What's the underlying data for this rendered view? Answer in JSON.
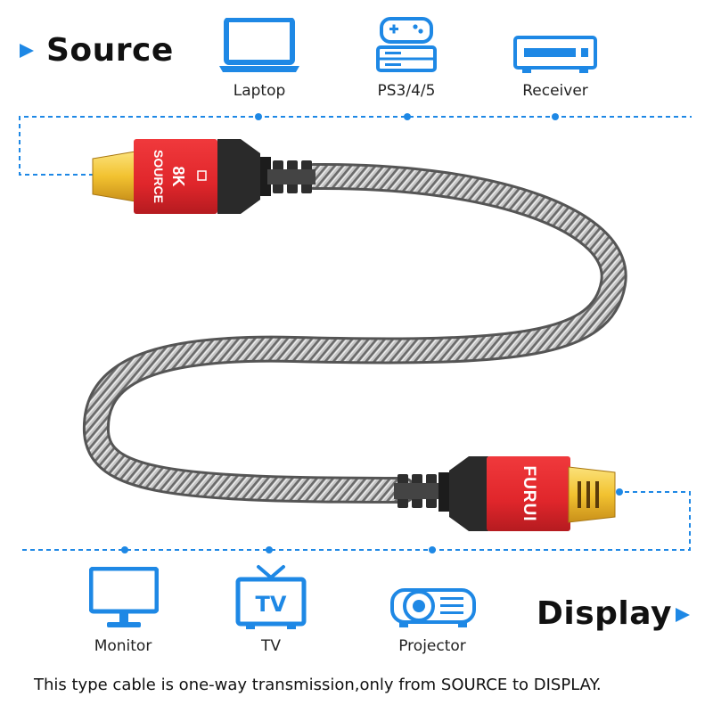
{
  "source_section": {
    "heading": "Source",
    "devices": [
      {
        "label": "Laptop",
        "icon": "laptop-icon"
      },
      {
        "label": "PS3/4/5",
        "icon": "game-console-icon"
      },
      {
        "label": "Receiver",
        "icon": "receiver-icon"
      }
    ]
  },
  "display_section": {
    "heading": "Display",
    "devices": [
      {
        "label": "Monitor",
        "icon": "monitor-icon"
      },
      {
        "label": "TV",
        "icon": "tv-icon"
      },
      {
        "label": "Projector",
        "icon": "projector-icon"
      }
    ]
  },
  "cable": {
    "source_connector_text": "SOURCE",
    "resolution_text": "8K",
    "brand_text": "FURUI"
  },
  "footer_note": "This type cable is one-way transmission,only from SOURCE to DISPLAY.",
  "colors": {
    "accent_blue": "#1E88E5",
    "connector_red": "#E0262B",
    "gold": "#F2C230"
  }
}
